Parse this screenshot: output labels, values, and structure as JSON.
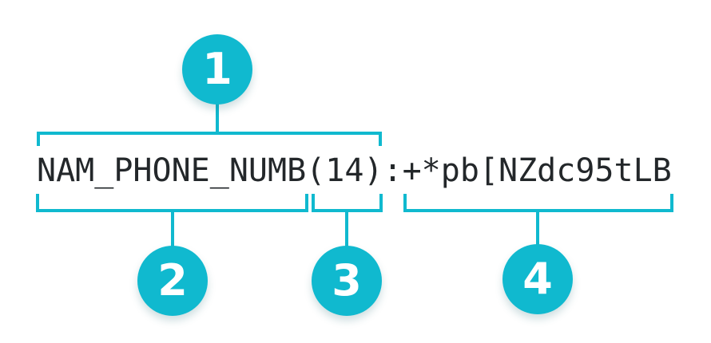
{
  "token": {
    "field_name": "NAM_PHONE_NUMB",
    "length": "(14)",
    "separator": ":",
    "value": "+*pb[NZdc95tLB"
  },
  "markers": [
    {
      "label": "1"
    },
    {
      "label": "2"
    },
    {
      "label": "3"
    },
    {
      "label": "4"
    }
  ],
  "colors": {
    "accent": "#10b9cf",
    "text": "#23272a",
    "background": "#ffffff"
  }
}
